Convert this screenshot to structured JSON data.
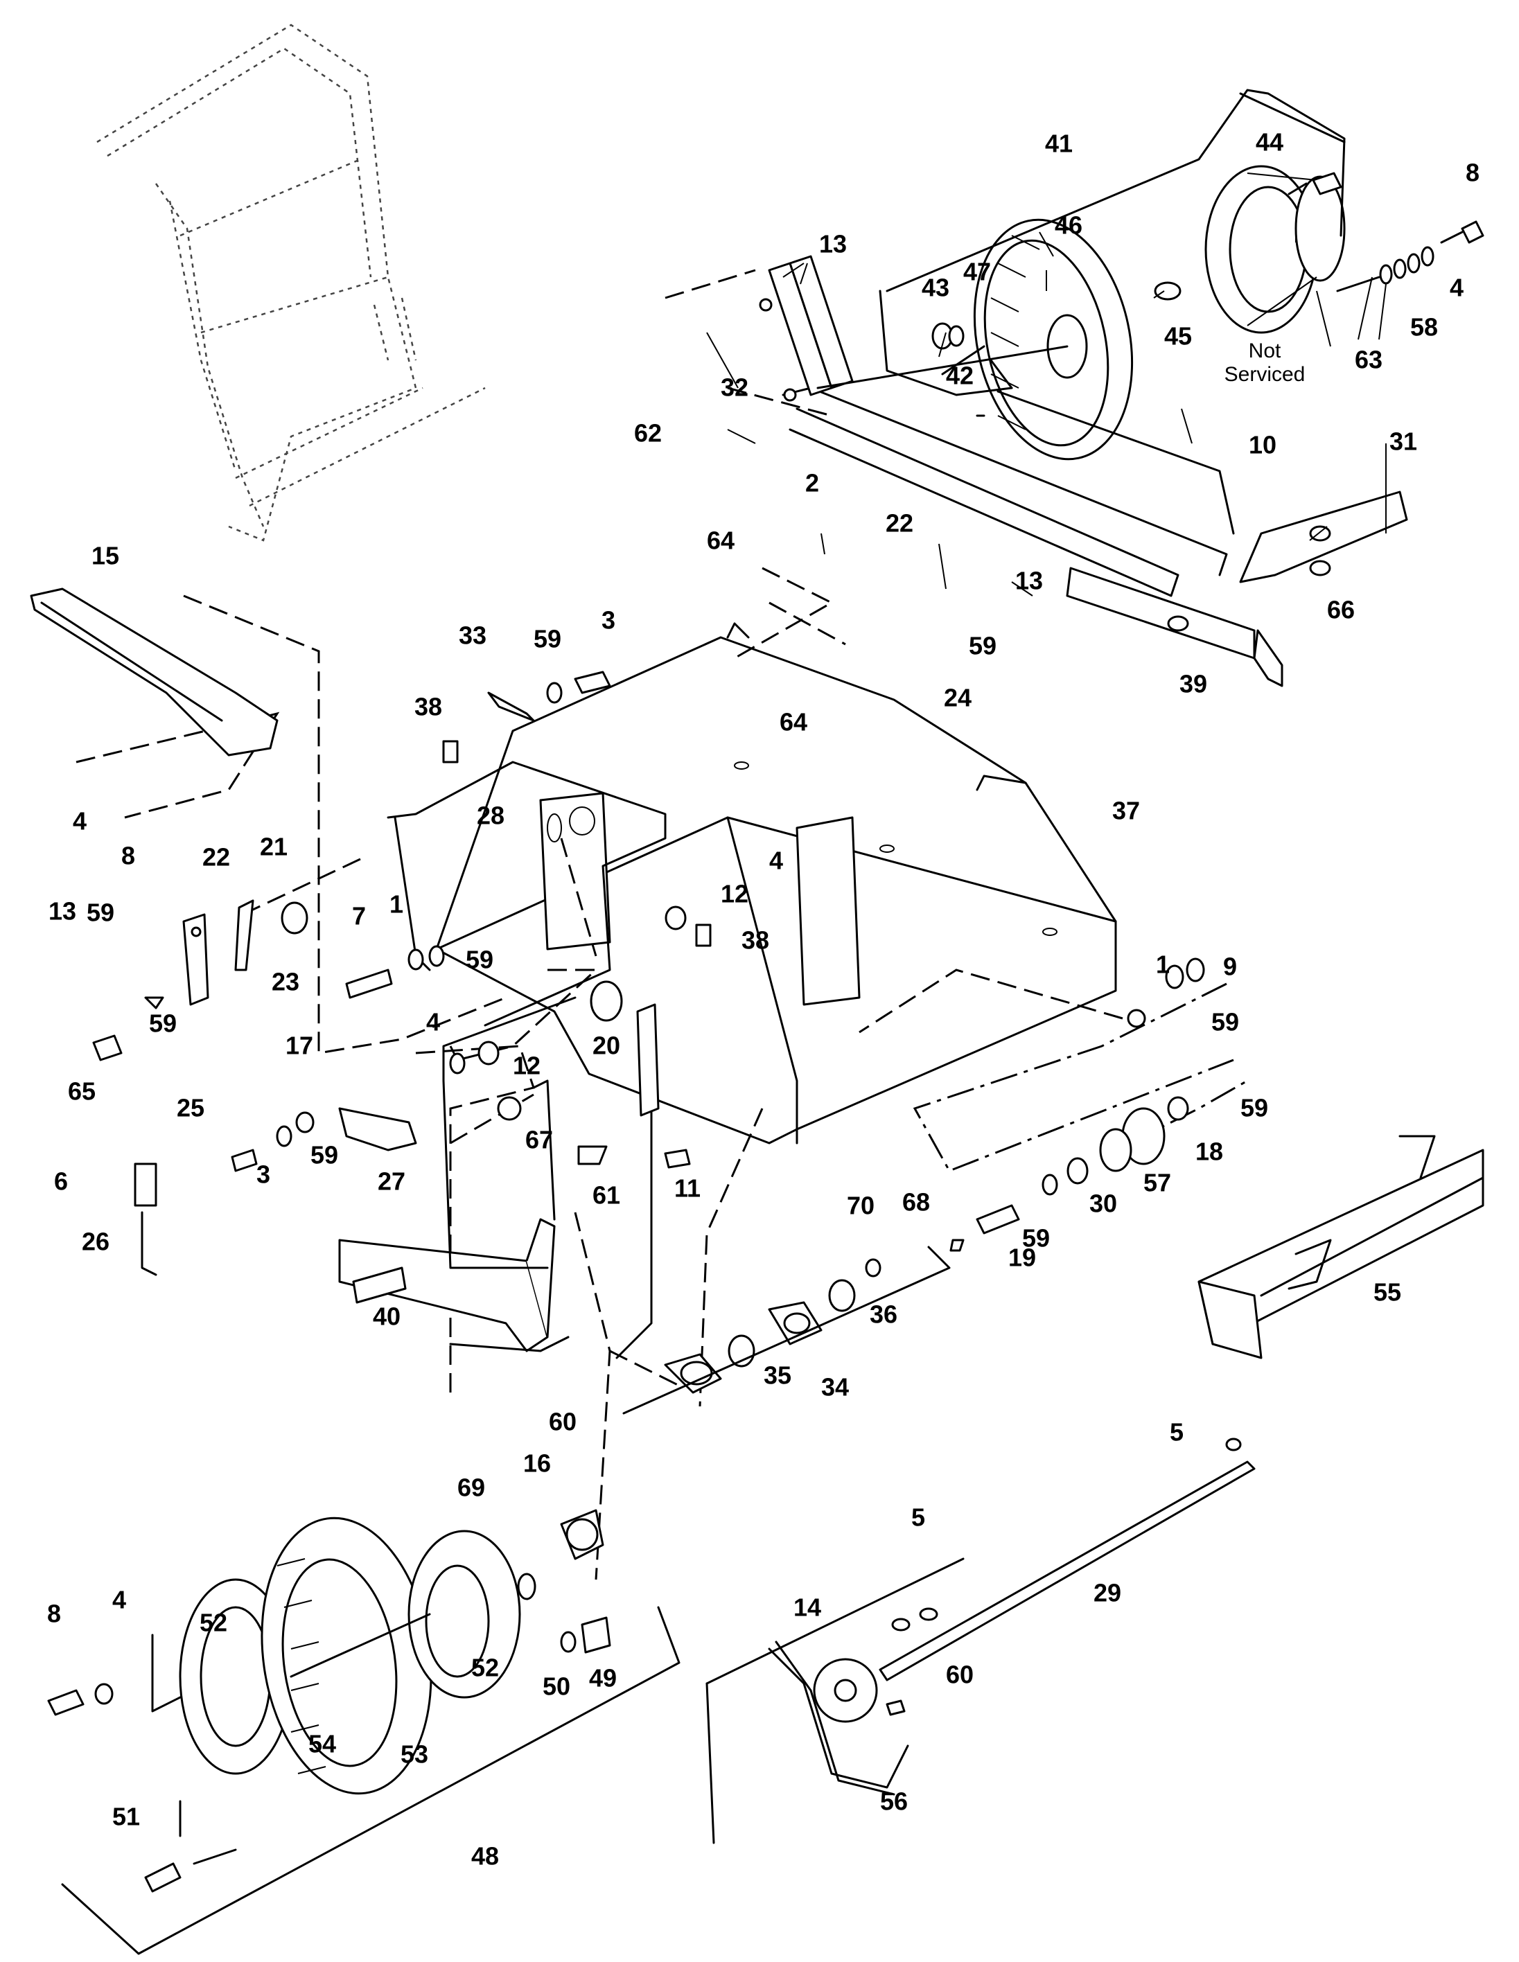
{
  "diagram": {
    "labels": [
      "1",
      "2",
      "3",
      "4",
      "5",
      "6",
      "7",
      "8",
      "9",
      "10",
      "11",
      "12",
      "13",
      "14",
      "15",
      "16",
      "17",
      "18",
      "19",
      "20",
      "21",
      "22",
      "23",
      "24",
      "25",
      "26",
      "27",
      "28",
      "29",
      "30",
      "31",
      "32",
      "33",
      "34",
      "35",
      "36",
      "37",
      "38",
      "39",
      "40",
      "41",
      "42",
      "43",
      "44",
      "45",
      "46",
      "47",
      "48",
      "49",
      "50",
      "51",
      "52",
      "53",
      "54",
      "55",
      "56",
      "57",
      "58",
      "59",
      "60",
      "61",
      "62",
      "63",
      "64",
      "65",
      "66",
      "67",
      "68",
      "69",
      "70"
    ],
    "note_line1": "Not",
    "note_line2": "Serviced"
  }
}
